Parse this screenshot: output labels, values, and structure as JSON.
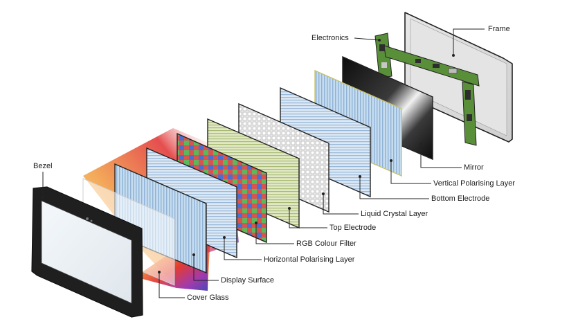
{
  "labels": {
    "bezel": "Bezel",
    "electronics": "Electronics",
    "frame": "Frame",
    "mirror": "Mirror",
    "vertical_polarising_layer": "Vertical Polarising Layer",
    "bottom_electrode": "Bottom Electrode",
    "liquid_crystal_layer": "Liquid Crystal Layer",
    "top_electrode": "Top Electrode",
    "rgb_colour_filter": "RGB Colour Filter",
    "horizontal_polarising_layer": "Horizontal Polarising Layer",
    "display_surface": "Display Surface",
    "cover_glass": "Cover Glass"
  },
  "colors": {
    "outline": "#222222",
    "leader": "#222222",
    "electronics_board": "#5a8f3a",
    "polariser_blue": "#b7d3ec",
    "electrode_green": "#d6e2b5",
    "rgb_red": "#d9534f",
    "rgb_green": "#5cb85c",
    "rgb_blue": "#4a6fd0"
  }
}
